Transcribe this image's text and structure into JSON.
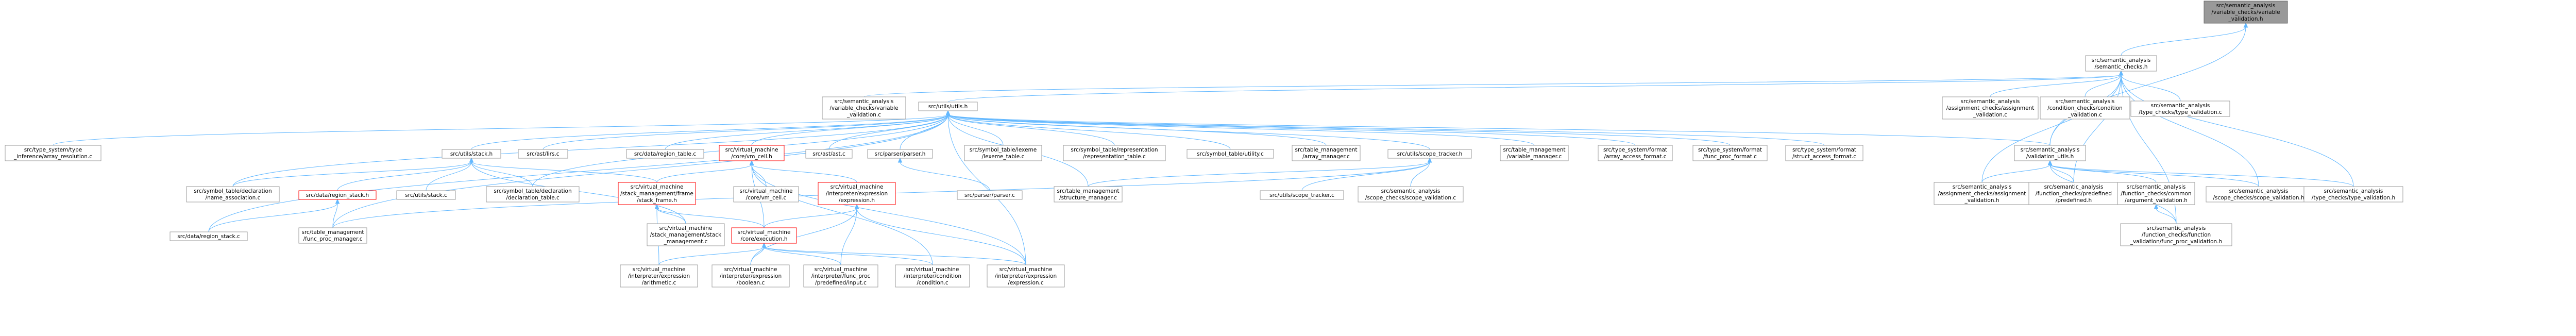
{
  "colors": {
    "node_fill": "#ffffff",
    "node_border": "#999999",
    "highlight_fill": "#999999",
    "highlight_border": "#666666",
    "red_border": "#ff0000",
    "edge": "#63B8FF"
  },
  "nodes": [
    {
      "id": "root",
      "lines": [
        "src/semantic_analysis",
        "/variable_checks/variable",
        "_validation.h"
      ],
      "style": "highlight"
    },
    {
      "id": "sem_checks",
      "lines": [
        "src/semantic_analysis",
        "/semantic_checks.h"
      ]
    },
    {
      "id": "var_val_c",
      "lines": [
        "src/semantic_analysis",
        "/variable_checks/variable",
        "_validation.c"
      ]
    },
    {
      "id": "utils_h",
      "lines": [
        "src/utils/utils.h"
      ]
    },
    {
      "id": "assign_val_c",
      "lines": [
        "src/semantic_analysis",
        "/assignment_checks/assignment",
        "_validation.c"
      ]
    },
    {
      "id": "cond_val_c",
      "lines": [
        "src/semantic_analysis",
        "/condition_checks/condition",
        "_validation.c"
      ]
    },
    {
      "id": "type_val_c",
      "lines": [
        "src/semantic_analysis",
        "/type_checks/type_validation.c"
      ]
    },
    {
      "id": "type_infer",
      "lines": [
        "src/type_system/type",
        "_inference/array_resolution.c"
      ]
    },
    {
      "id": "stack_h",
      "lines": [
        "src/utils/stack.h"
      ]
    },
    {
      "id": "ast_lirs",
      "lines": [
        "src/ast/lirs.c"
      ]
    },
    {
      "id": "region_table",
      "lines": [
        "src/data/region_table.c"
      ]
    },
    {
      "id": "vm_core_h",
      "lines": [
        "src/virtual_machine",
        "/core/vm_cell.h"
      ],
      "style": "red"
    },
    {
      "id": "ast_c",
      "lines": [
        "src/ast/ast.c"
      ]
    },
    {
      "id": "parser_h",
      "lines": [
        "src/parser/parser.h"
      ]
    },
    {
      "id": "lexeme_table",
      "lines": [
        "src/symbol_table/lexeme",
        "/lexeme_table.c"
      ]
    },
    {
      "id": "repr_table",
      "lines": [
        "src/symbol_table/representation",
        "/representation_table.c"
      ]
    },
    {
      "id": "sym_utility",
      "lines": [
        "src/symbol_table/utility.c"
      ]
    },
    {
      "id": "array_mgr",
      "lines": [
        "src/table_management",
        "/array_manager.c"
      ]
    },
    {
      "id": "scope_tracker_h",
      "lines": [
        "src/utils/scope_tracker.h"
      ]
    },
    {
      "id": "var_mgr",
      "lines": [
        "src/table_management",
        "/variable_manager.c"
      ]
    },
    {
      "id": "arr_access_fmt",
      "lines": [
        "src/type_system/format",
        "/array_access_format.c"
      ]
    },
    {
      "id": "func_proc_fmt",
      "lines": [
        "src/type_system/format",
        "/func_proc_format.c"
      ]
    },
    {
      "id": "struct_access_fmt",
      "lines": [
        "src/type_system/format",
        "/struct_access_format.c"
      ]
    },
    {
      "id": "val_utils_h",
      "lines": [
        "src/semantic_analysis",
        "/validation_utils.h"
      ]
    },
    {
      "id": "name_assoc",
      "lines": [
        "src/symbol_table/declaration",
        "/name_association.c"
      ]
    },
    {
      "id": "region_stack_h",
      "lines": [
        "src/data/region_stack.h"
      ],
      "style": "red"
    },
    {
      "id": "stack_c",
      "lines": [
        "src/utils/stack.c"
      ]
    },
    {
      "id": "decl_table",
      "lines": [
        "src/symbol_table/declaration",
        "/declaration_table.c"
      ]
    },
    {
      "id": "stack_frame_h",
      "lines": [
        "src/virtual_machine",
        "/stack_management/frame",
        "/stack_frame.h"
      ],
      "style": "red"
    },
    {
      "id": "vm_cell_c",
      "lines": [
        "src/virtual_machine",
        "/core/vm_cell.c"
      ]
    },
    {
      "id": "interp_expr_h",
      "lines": [
        "src/virtual_machine",
        "/interpreter/expression",
        "/expression.h"
      ],
      "style": "red"
    },
    {
      "id": "parser_c",
      "lines": [
        "src/parser/parser.c"
      ]
    },
    {
      "id": "struct_mgr",
      "lines": [
        "src/table_management",
        "/structure_manager.c"
      ]
    },
    {
      "id": "scope_tracker_c",
      "lines": [
        "src/utils/scope_tracker.c"
      ]
    },
    {
      "id": "scope_val",
      "lines": [
        "src/semantic_analysis",
        "/scope_checks/scope_validation.c"
      ]
    },
    {
      "id": "assign_val_h",
      "lines": [
        "src/semantic_analysis",
        "/assignment_checks/assignment",
        "_validation.h"
      ]
    },
    {
      "id": "func_predef_h",
      "lines": [
        "src/semantic_analysis",
        "/function_checks/predefined",
        "/predefined.h"
      ]
    },
    {
      "id": "func_common_h",
      "lines": [
        "src/semantic_analysis",
        "/function_checks/common",
        "/argument_validation.h"
      ]
    },
    {
      "id": "scope_val_h",
      "lines": [
        "src/semantic_analysis",
        "/scope_checks/scope_validation.h"
      ]
    },
    {
      "id": "type_val_h",
      "lines": [
        "src/semantic_analysis",
        "/type_checks/type_validation.h"
      ]
    },
    {
      "id": "region_stack_c",
      "lines": [
        "src/data/region_stack.c"
      ]
    },
    {
      "id": "func_proc_mgr",
      "lines": [
        "src/table_management",
        "/func_proc_manager.c"
      ]
    },
    {
      "id": "stack_mgmt",
      "lines": [
        "src/virtual_machine",
        "/stack_management/stack",
        "_management.c"
      ]
    },
    {
      "id": "core_exec_h",
      "lines": [
        "src/virtual_machine",
        "/core/execution.h"
      ],
      "style": "red"
    },
    {
      "id": "func_val_h",
      "lines": [
        "src/semantic_analysis",
        "/function_checks/function",
        "_validation/func_proc_validation.h"
      ]
    },
    {
      "id": "arith_c",
      "lines": [
        "src/virtual_machine",
        "/interpreter/expression",
        "/arithmetic.c"
      ]
    },
    {
      "id": "bool_c",
      "lines": [
        "src/virtual_machine",
        "/interpreter/expression",
        "/boolean.c"
      ]
    },
    {
      "id": "predef_input_c",
      "lines": [
        "src/virtual_machine",
        "/interpreter/func_proc",
        "/predefined/input.c"
      ]
    },
    {
      "id": "cond_c",
      "lines": [
        "src/virtual_machine",
        "/interpreter/condition",
        "/condition.c"
      ]
    },
    {
      "id": "expr_c",
      "lines": [
        "src/virtual_machine",
        "/interpreter/expression",
        "/expression.c"
      ]
    }
  ]
}
